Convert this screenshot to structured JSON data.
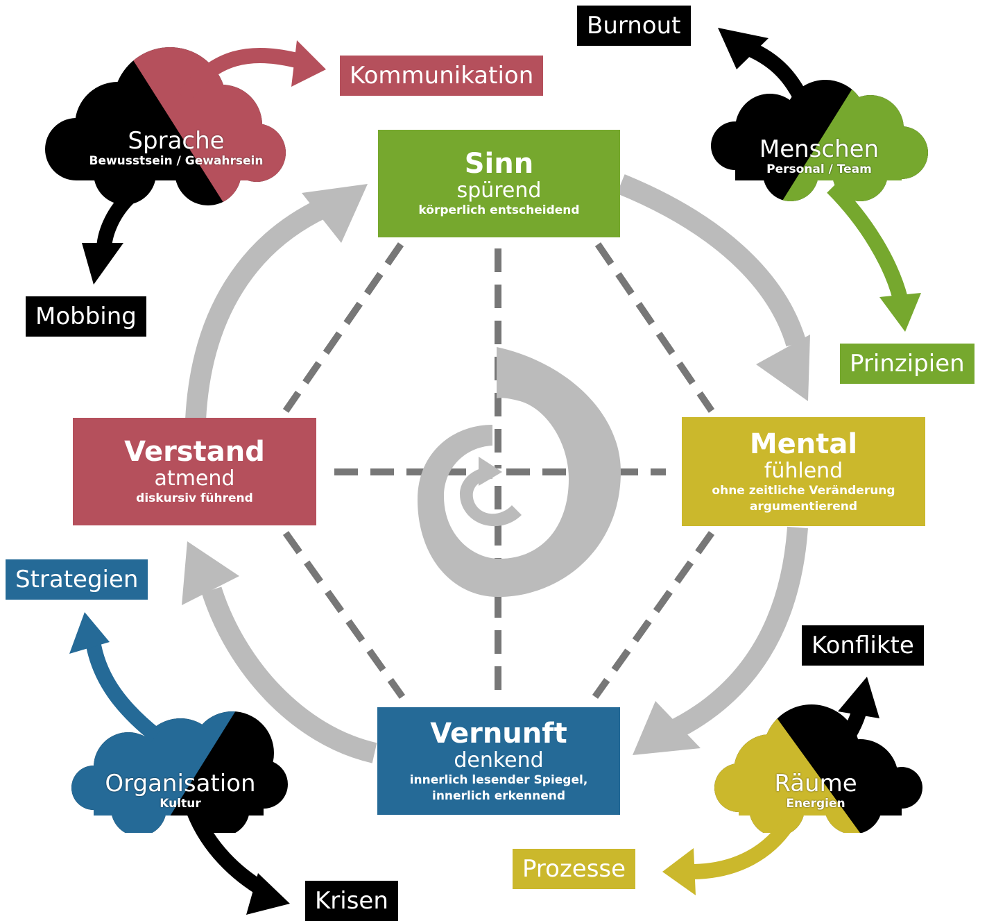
{
  "colors": {
    "green": "#76a82e",
    "yellow": "#cbb82c",
    "blue": "#256a97",
    "red": "#b5505c",
    "black": "#000000",
    "gray": "#bbbbbb",
    "dash": "#777777"
  },
  "boxes": {
    "sinn": {
      "title": "Sinn",
      "sub": "spürend",
      "desc": "körperlich entscheidend"
    },
    "mental": {
      "title": "Mental",
      "sub": "fühlend",
      "desc": "ohne zeitliche Veränderung\nargumentierend"
    },
    "vernunft": {
      "title": "Vernunft",
      "sub": "denkend",
      "desc": "innerlich lesender Spiegel,\ninnerlich erkennend"
    },
    "verstand": {
      "title": "Verstand",
      "sub": "atmend",
      "desc": "diskursiv führend"
    }
  },
  "clouds": {
    "sprache": {
      "title": "Sprache",
      "sub": "Bewusstsein / Gewahrsein"
    },
    "menschen": {
      "title": "Menschen",
      "sub": "Personal / Team"
    },
    "raeume": {
      "title": "Räume",
      "sub": "Energien"
    },
    "organisation": {
      "title": "Organisation",
      "sub": "Kultur"
    }
  },
  "tags": {
    "kommunikation": "Kommunikation",
    "mobbing": "Mobbing",
    "burnout": "Burnout",
    "prinzipien": "Prinzipien",
    "konflikte": "Konflikte",
    "prozesse": "Prozesse",
    "strategien": "Strategien",
    "krisen": "Krisen"
  }
}
